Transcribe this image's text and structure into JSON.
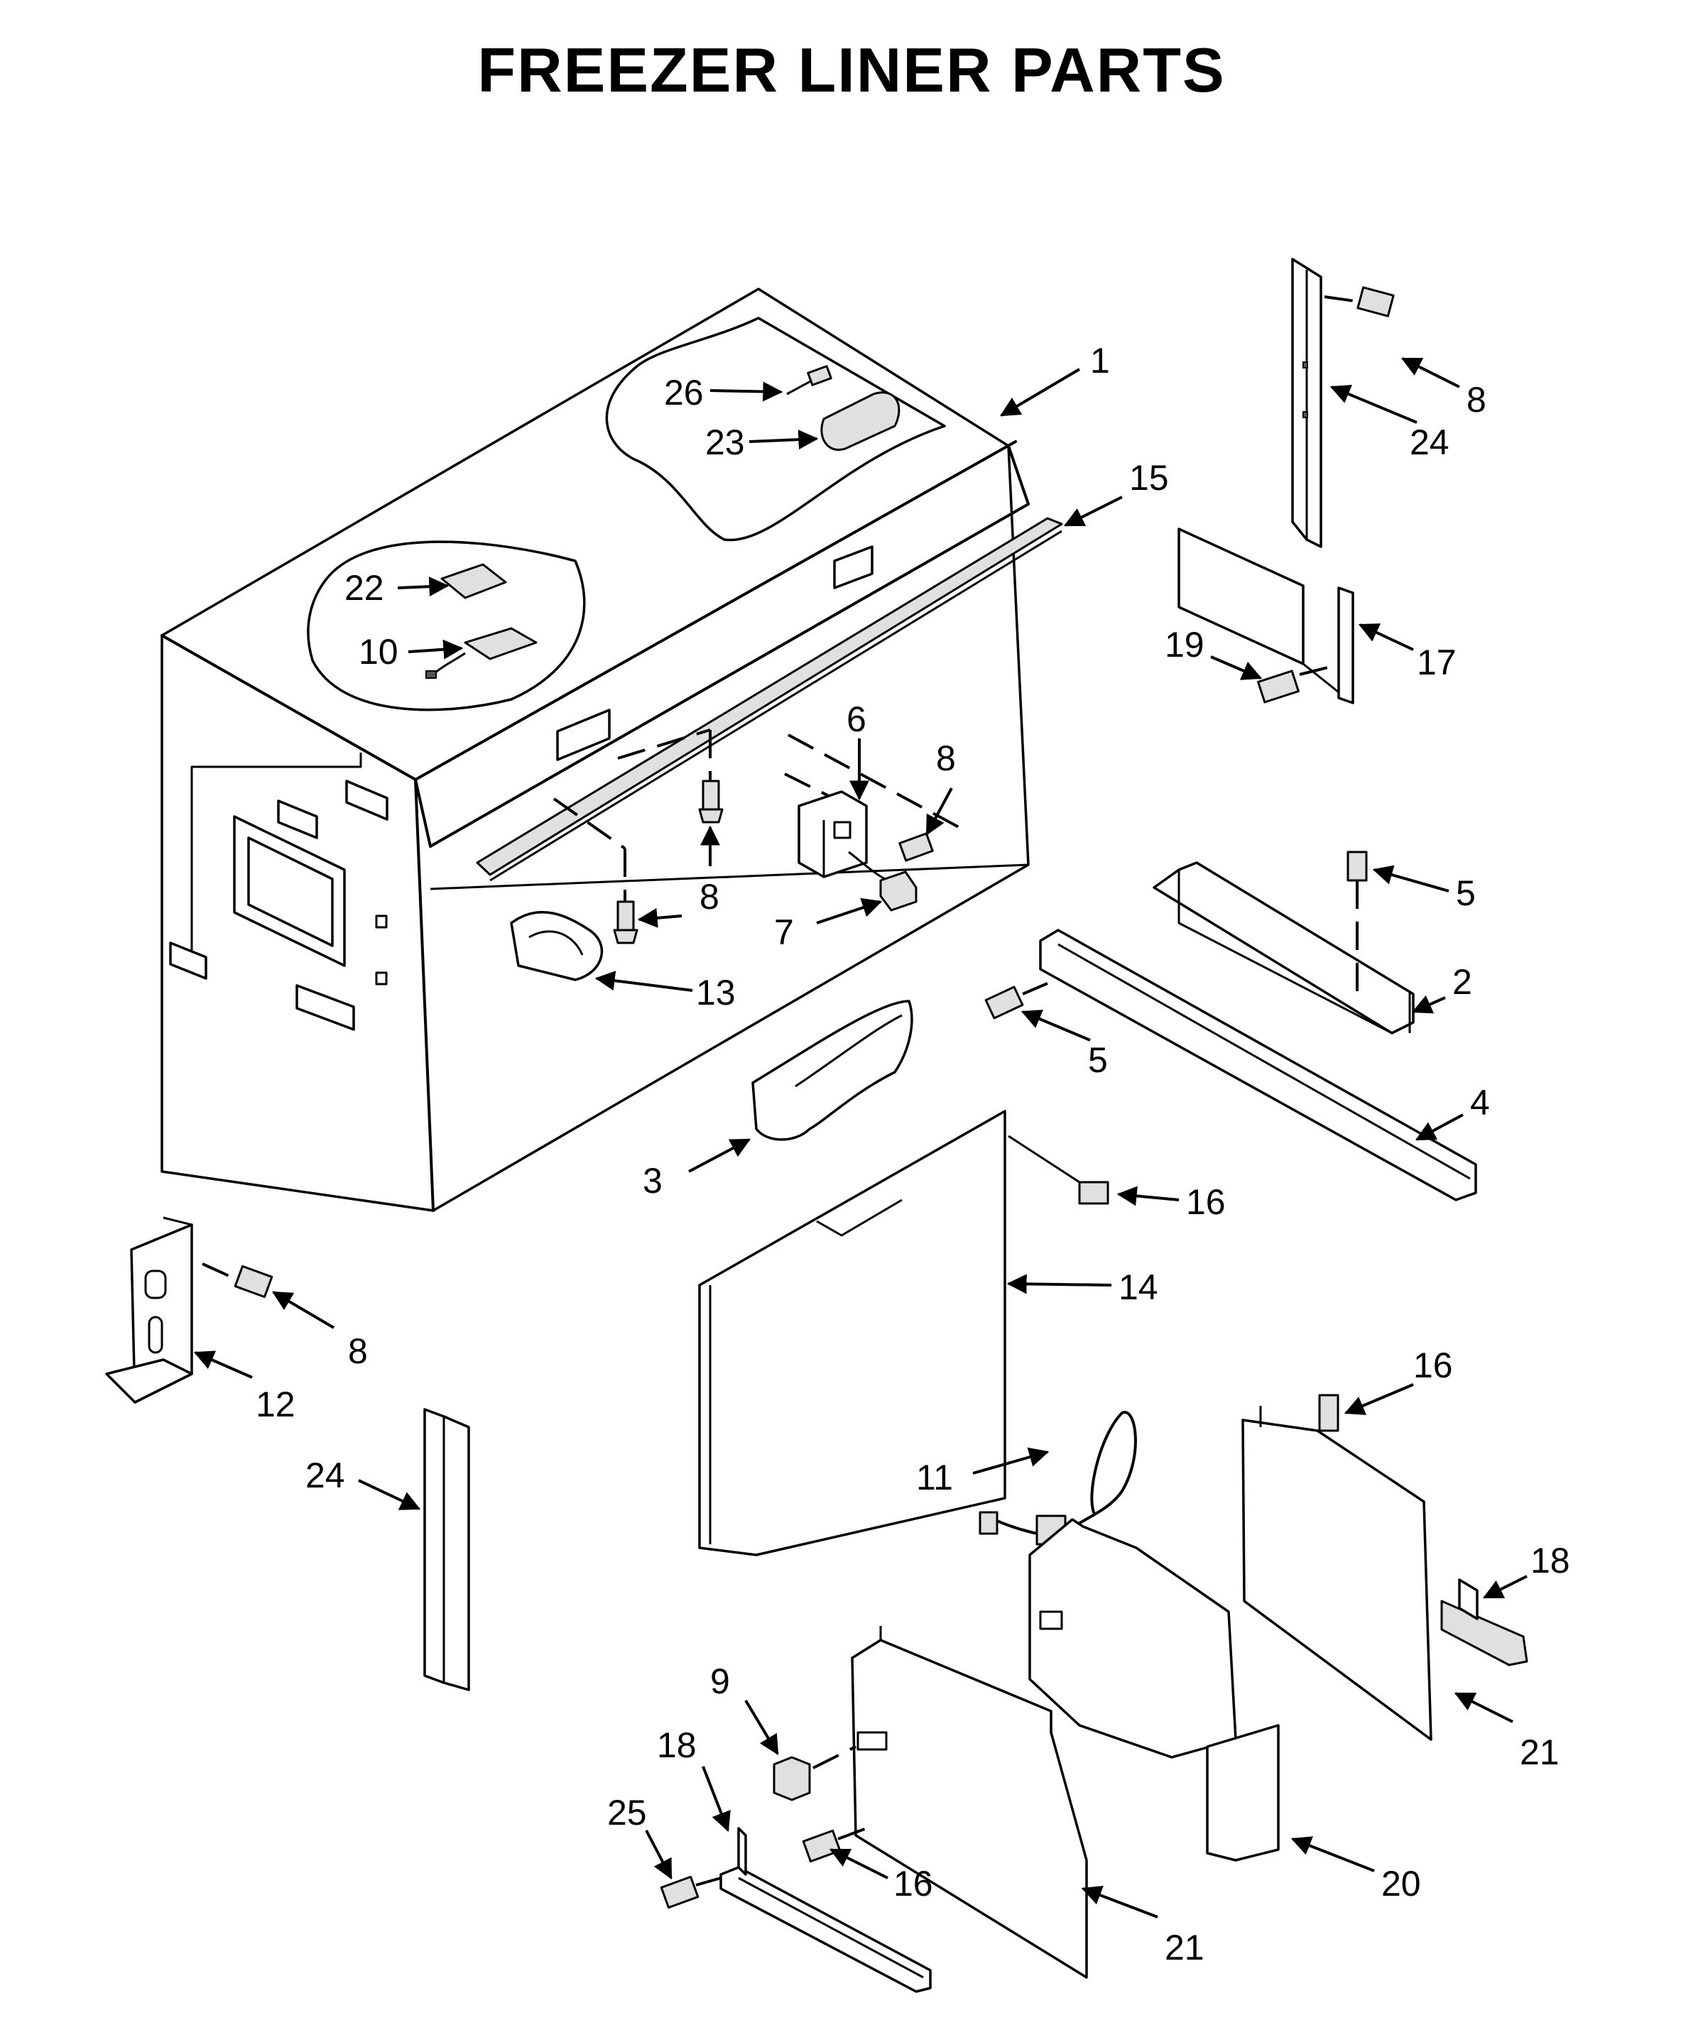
{
  "title": "FREEZER LINER PARTS",
  "callouts": [
    {
      "id": "c1",
      "text": "1"
    },
    {
      "id": "c2",
      "text": "2"
    },
    {
      "id": "c3",
      "text": "3"
    },
    {
      "id": "c4",
      "text": "4"
    },
    {
      "id": "c5a",
      "text": "5"
    },
    {
      "id": "c5b",
      "text": "5"
    },
    {
      "id": "c6",
      "text": "6"
    },
    {
      "id": "c7",
      "text": "7"
    },
    {
      "id": "c8a",
      "text": "8"
    },
    {
      "id": "c8b",
      "text": "8"
    },
    {
      "id": "c8c",
      "text": "8"
    },
    {
      "id": "c8d",
      "text": "8"
    },
    {
      "id": "c9",
      "text": "9"
    },
    {
      "id": "c10",
      "text": "10"
    },
    {
      "id": "c11",
      "text": "11"
    },
    {
      "id": "c12",
      "text": "12"
    },
    {
      "id": "c13",
      "text": "13"
    },
    {
      "id": "c14",
      "text": "14"
    },
    {
      "id": "c15",
      "text": "15"
    },
    {
      "id": "c16a",
      "text": "16"
    },
    {
      "id": "c16b",
      "text": "16"
    },
    {
      "id": "c16c",
      "text": "16"
    },
    {
      "id": "c17",
      "text": "17"
    },
    {
      "id": "c18a",
      "text": "18"
    },
    {
      "id": "c18b",
      "text": "18"
    },
    {
      "id": "c19",
      "text": "19"
    },
    {
      "id": "c20",
      "text": "20"
    },
    {
      "id": "c21a",
      "text": "21"
    },
    {
      "id": "c21b",
      "text": "21"
    },
    {
      "id": "c22",
      "text": "22"
    },
    {
      "id": "c23",
      "text": "23"
    },
    {
      "id": "c24a",
      "text": "24"
    },
    {
      "id": "c24b",
      "text": "24"
    },
    {
      "id": "c25",
      "text": "25"
    },
    {
      "id": "c26",
      "text": "26"
    }
  ]
}
